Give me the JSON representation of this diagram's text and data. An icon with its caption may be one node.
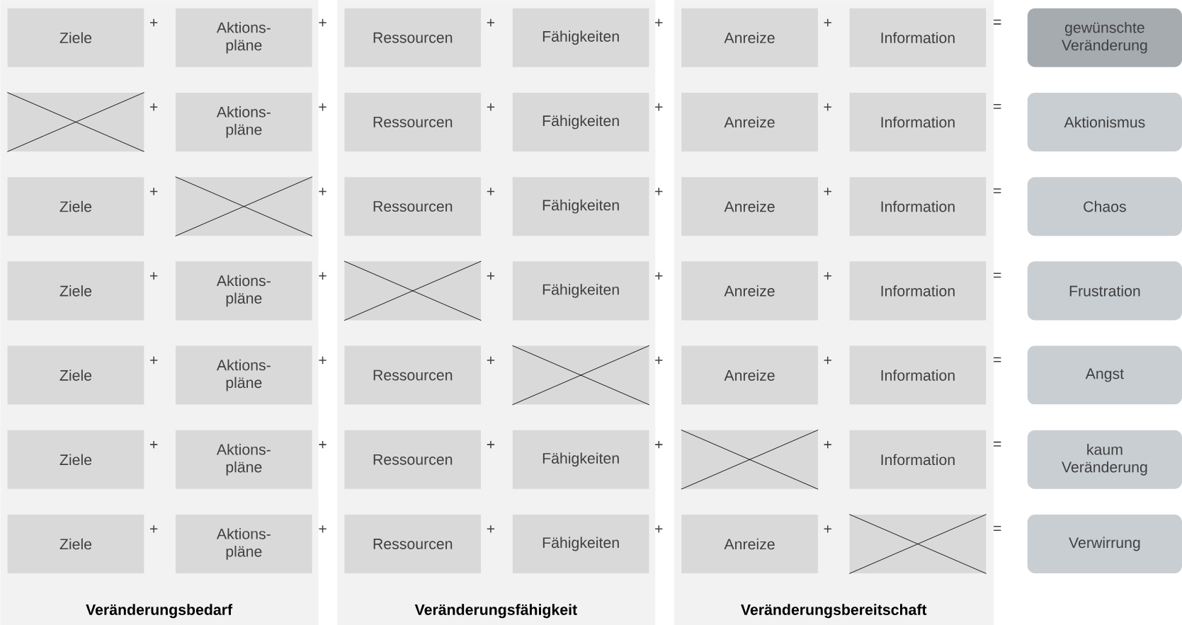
{
  "diagram": {
    "nodes": [
      {
        "text": [
          "Veränderungsbedarf"
        ]
      },
      {
        "text": [
          "Veränderungsfähigkeit"
        ]
      },
      {
        "text": [
          "Veränderungsbereitschaft"
        ]
      },
      {
        "text": [
          "Ziele"
        ],
        "in": 0
      },
      {
        "text": [
          "Aktions- pläne"
        ],
        "in": 0
      },
      {
        "text": [
          "Ressourcen"
        ],
        "in": 1
      },
      {
        "text": [
          "Fähigkeiten"
        ],
        "in": 1
      },
      {
        "text": [
          "Anreize"
        ],
        "in": 2
      },
      {
        "text": [
          "Information"
        ],
        "in": 2
      },
      {
        "text": [
          "gewünschte Veränderung"
        ]
      },
      {
        "text": [],
        "shape": "box",
        "in": 0
      },
      {
        "text": [
          "Aktions- pläne"
        ],
        "in": 0
      },
      {
        "text": [
          "Ressourcen"
        ],
        "in": 1
      },
      {
        "text": [
          "Fähigkeiten"
        ],
        "in": 1
      },
      {
        "text": [
          "Anreize"
        ],
        "in": 2
      },
      {
        "text": [
          "Information"
        ],
        "in": 2
      },
      {
        "text": [
          "Aktionismus"
        ]
      },
      {
        "text": [
          "Ziele"
        ],
        "in": 0
      },
      {
        "text": [],
        "shape": "box",
        "in": 0
      },
      {
        "text": [
          "Ressourcen"
        ],
        "in": 1
      },
      {
        "text": [
          "Fähigkeiten"
        ],
        "in": 1
      },
      {
        "text": [
          "Anreize"
        ],
        "in": 2
      },
      {
        "text": [
          "Information"
        ],
        "in": 2
      },
      {
        "text": [
          "Chaos"
        ]
      },
      {
        "text": [
          "Ziele"
        ],
        "in": 0
      },
      {
        "text": [
          "Aktions- pläne"
        ],
        "in": 0
      },
      {
        "text": [],
        "shape": "box",
        "in": 1
      },
      {
        "text": [
          "Fähigkeiten"
        ],
        "in": 1
      },
      {
        "text": [
          "Anreize"
        ],
        "in": 2
      },
      {
        "text": [
          "Information"
        ],
        "in": 2
      },
      {
        "text": [
          "Frustration"
        ]
      },
      {
        "text": [
          "Ziele"
        ],
        "in": 0
      },
      {
        "text": [
          "Aktions- pläne"
        ],
        "in": 0
      },
      {
        "text": [
          "Ressourcen"
        ],
        "in": 1
      },
      {
        "text": [],
        "shape": "box",
        "in": 1
      },
      {
        "text": [
          "Anreize"
        ],
        "in": 2
      },
      {
        "text": [
          "Information"
        ],
        "in": 2
      },
      {
        "text": [
          "Angst"
        ]
      },
      {
        "text": [
          "Ziele"
        ],
        "in": 0
      },
      {
        "text": [
          "Aktions- pläne"
        ],
        "in": 0
      },
      {
        "text": [
          "Ressourcen"
        ],
        "in": 1
      },
      {
        "text": [
          "Fähigkeiten"
        ],
        "in": 1
      },
      {
        "text": [],
        "shape": "box",
        "in": 2
      },
      {
        "text": [
          "Information"
        ],
        "in": 2
      },
      {
        "text": [
          "kaum Veränderung"
        ]
      },
      {
        "text": [
          "Ziele"
        ],
        "in": 0
      },
      {
        "text": [
          "Aktions- pläne"
        ],
        "in": 0
      },
      {
        "text": [
          "Ressourcen"
        ],
        "in": 1
      },
      {
        "text": [
          "Fähigkeiten"
        ],
        "in": 1
      },
      {
        "text": [
          "Anreize"
        ],
        "in": 2
      },
      {
        "text": [],
        "shape": "box",
        "in": 2
      },
      {
        "text": [
          "Verwirrung"
        ]
      }
    ],
    "labels": [
      "+",
      "+",
      "+",
      "+",
      "+",
      "=",
      "+",
      "+",
      "+",
      "+",
      "+",
      "=",
      "+",
      "+",
      "+",
      "+",
      "+",
      "=",
      "+",
      "+",
      "+",
      "+",
      "+",
      "=",
      "+",
      "+",
      "+",
      "+",
      "+",
      "=",
      "+",
      "+",
      "+",
      "+",
      "+",
      "=",
      "+",
      "+",
      "+",
      "+",
      "+",
      "="
    ]
  }
}
